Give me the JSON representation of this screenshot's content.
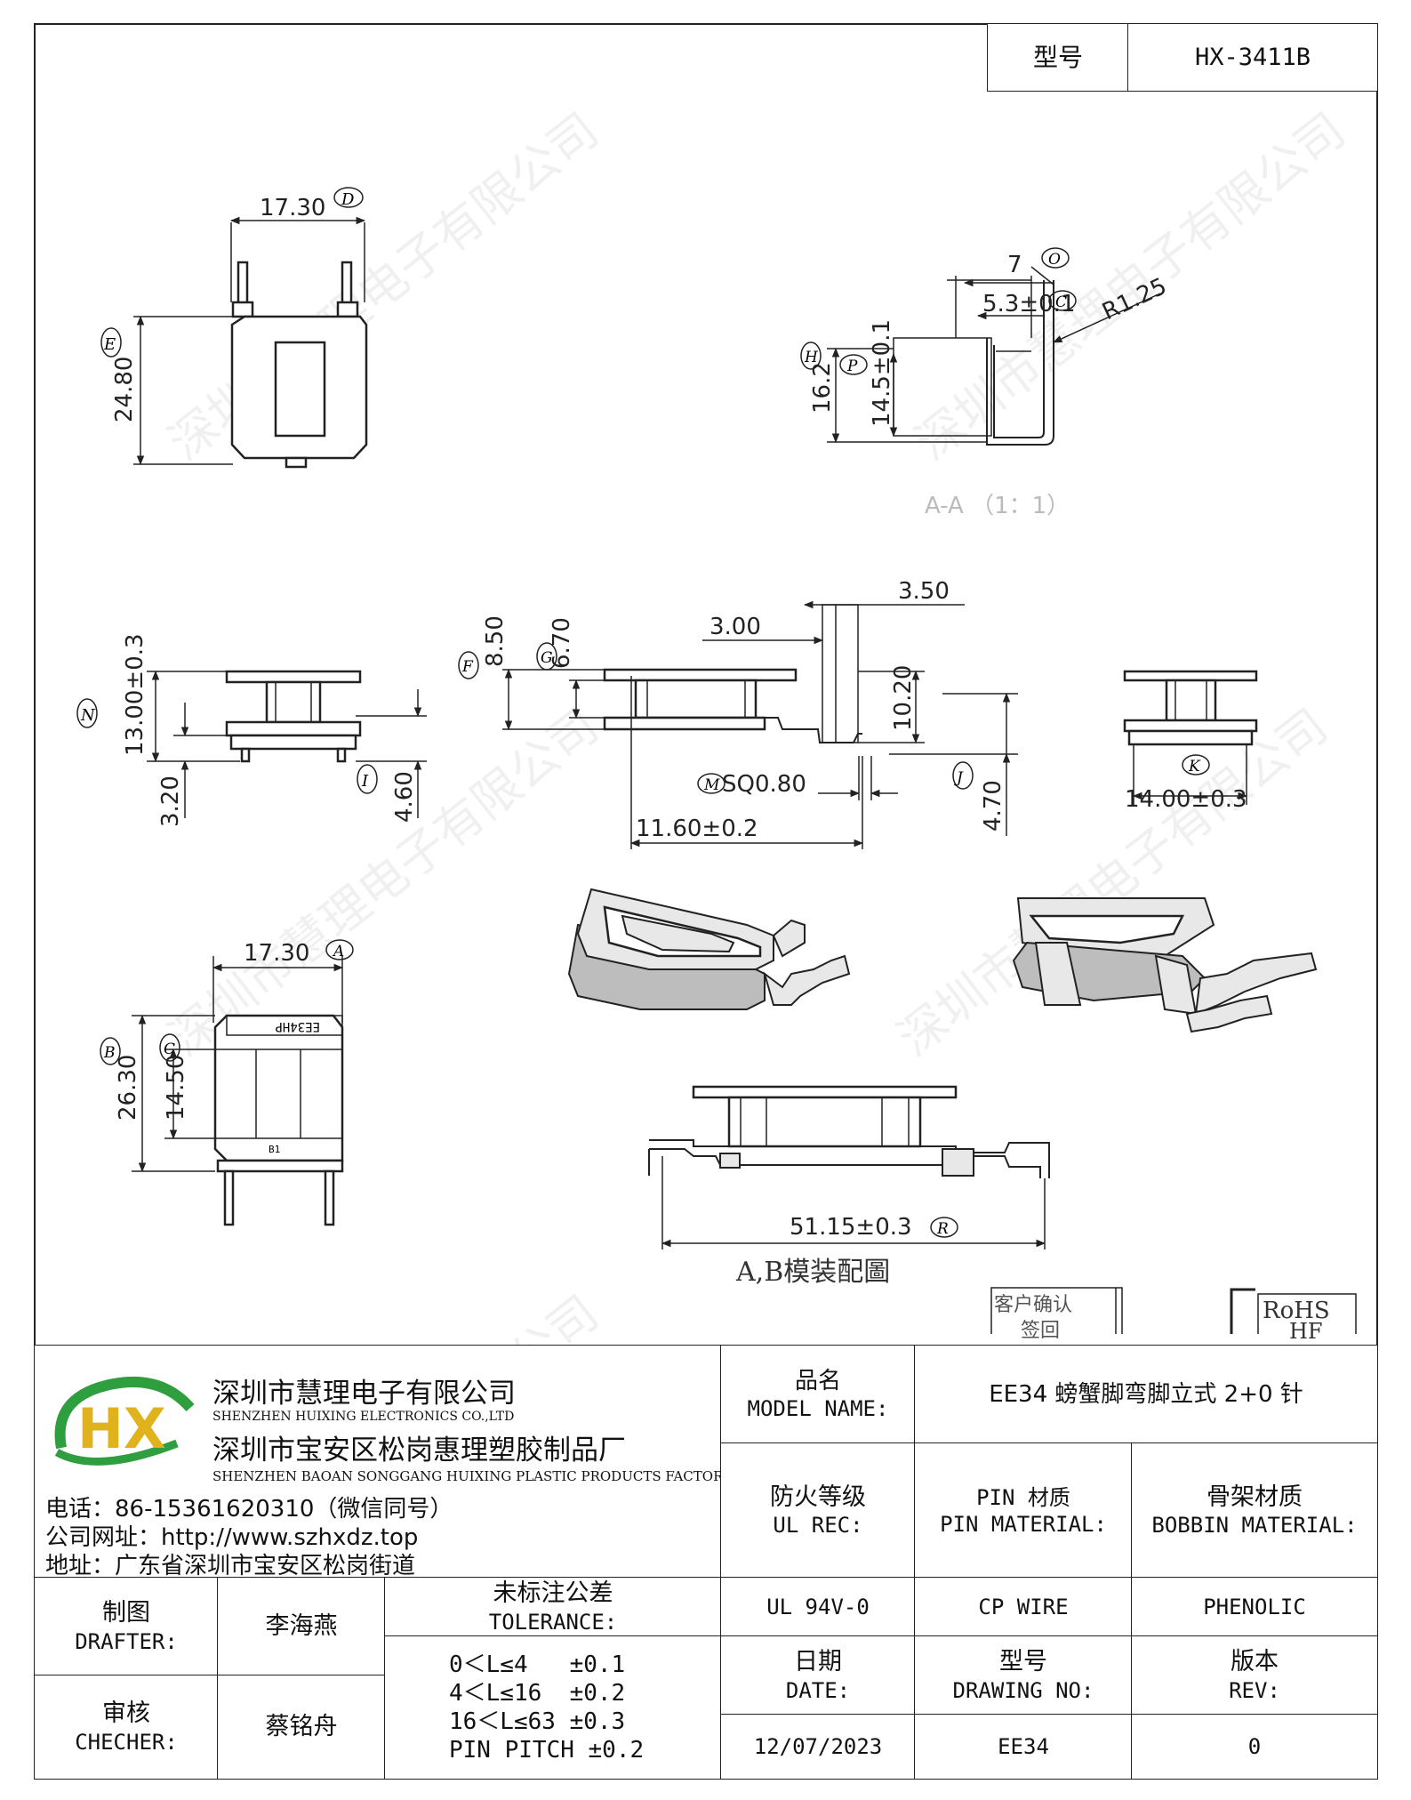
{
  "header": {
    "model_label": "型号",
    "model_value": "HX-3411B"
  },
  "watermark": "深圳市慧理电子有限公司",
  "drawing": {
    "top_view": {
      "width": "17.30",
      "width_tag": "D",
      "height": "24.80",
      "height_tag": "E"
    },
    "section_view": {
      "d7": "7",
      "d7_tag": "O",
      "d53": "5.3±0.1",
      "d53_tag": "C",
      "radius": "R1.25",
      "h16": "16.2",
      "h16_tag": "H",
      "h145": "14.5±0.1",
      "h145_tag": "P",
      "caption": "A-A （1：1）"
    },
    "side_view": {
      "h13": "13.00±0.3",
      "h13_tag": "N",
      "h32": "3.20",
      "h46": "4.60",
      "h46_tag": "I"
    },
    "front_view": {
      "h850": "8.50",
      "h850_tag": "F",
      "h670": "6.70",
      "h670_tag": "G",
      "w300": "3.00",
      "w350": "3.50",
      "h1020": "10.20",
      "sq": "SQ0.80",
      "sq_tag": "M",
      "h470": "4.70",
      "h470_tag": "J",
      "w1160": "11.60±0.2"
    },
    "end_view": {
      "w14": "14.00±0.3",
      "w14_tag": "K"
    },
    "bottom_view": {
      "width": "17.30",
      "width_tag": "A",
      "height": "26.30",
      "height_tag": "B",
      "inner": "14.50",
      "inner_tag": "C",
      "marking": "EE34HP",
      "marking2": "B1"
    },
    "assembly": {
      "width": "51.15±0.3",
      "width_tag": "R",
      "caption": "A,B模装配圖"
    },
    "customer_box": {
      "line1": "客户确认",
      "line2": "签回"
    },
    "rohs": {
      "line1": "RoHS",
      "line2": "HF"
    }
  },
  "company": {
    "logo": "HX",
    "name_cn": "深圳市慧理电子有限公司",
    "name_en": "SHENZHEN HUIXING ELECTRONICS CO.,LTD",
    "factory_cn": "深圳市宝安区松岗惠理塑胶制品厂",
    "factory_en": "SHENZHEN BAOAN SONGGANG HUIXING PLASTIC PRODUCTS FACTORY",
    "phone": "电话：86-15361620310（微信同号）",
    "website": "公司网址：http://www.szhxdz.top",
    "address": "地址：广东省深圳市宝安区松岗街道"
  },
  "title_block": {
    "product_label_cn": "品名",
    "product_label_en": "MODEL NAME:",
    "product_value": "EE34 螃蟹脚弯脚立式 2+0 针",
    "ul_label_cn": "防火等级",
    "ul_label_en": "UL REC:",
    "pin_label_cn": "PIN 材质",
    "pin_label_en": "PIN MATERIAL:",
    "bobbin_label_cn": "骨架材质",
    "bobbin_label_en": "BOBBIN MATERIAL:",
    "ul_value": "UL 94V-0",
    "pin_value": "CP WIRE",
    "bobbin_value": "PHENOLIC",
    "date_label_cn": "日期",
    "date_label_en": "DATE:",
    "dwg_label_cn": "型号",
    "dwg_label_en": "DRAWING NO:",
    "rev_label_cn": "版本",
    "rev_label_en": "REV:",
    "date_value": "12/07/2023",
    "dwg_value": "EE34",
    "rev_value": "0",
    "drafter_label_cn": "制图",
    "drafter_label_en": "DRAFTER:",
    "drafter_value": "李海燕",
    "checker_label_cn": "审核",
    "checker_label_en": "CHECHER:",
    "checker_value": "蔡铭舟",
    "tol_label_cn": "未标注公差",
    "tol_label_en": "TOLERANCE:",
    "tol_lines": [
      "0＜L≤4   ±0.1",
      "4＜L≤16  ±0.2",
      "16＜L≤63 ±0.3",
      "PIN PITCH ±0.2"
    ]
  }
}
